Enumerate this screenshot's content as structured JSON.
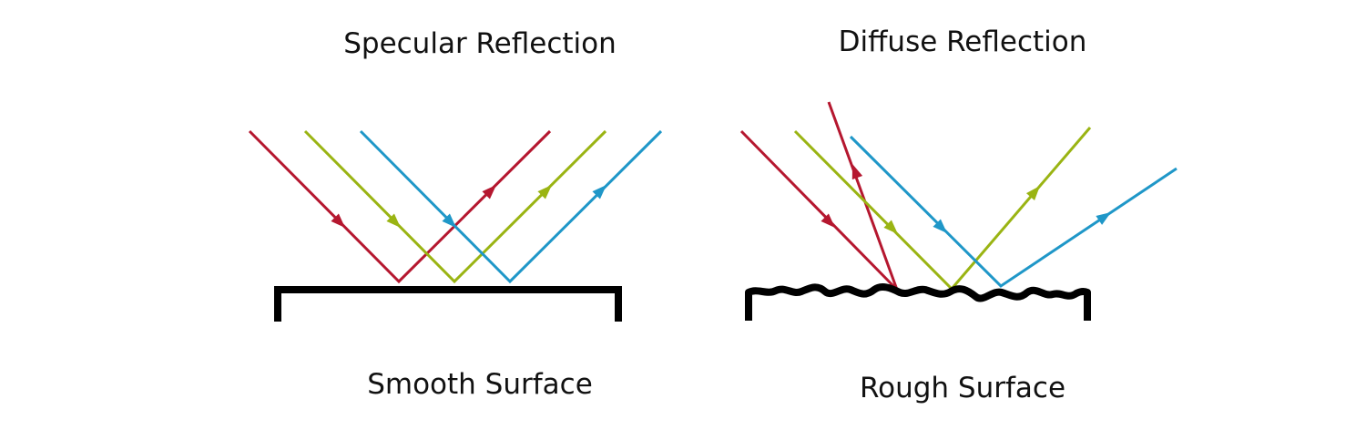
{
  "left_panel": {
    "title": "Specular Reflection",
    "caption": "Smooth Surface"
  },
  "right_panel": {
    "title": "Diffuse Reflection",
    "caption": "Rough Surface"
  },
  "colors": {
    "ray_red": "#b5172f",
    "ray_green": "#9ab413",
    "ray_blue": "#1f97c8",
    "surface": "#000000"
  }
}
